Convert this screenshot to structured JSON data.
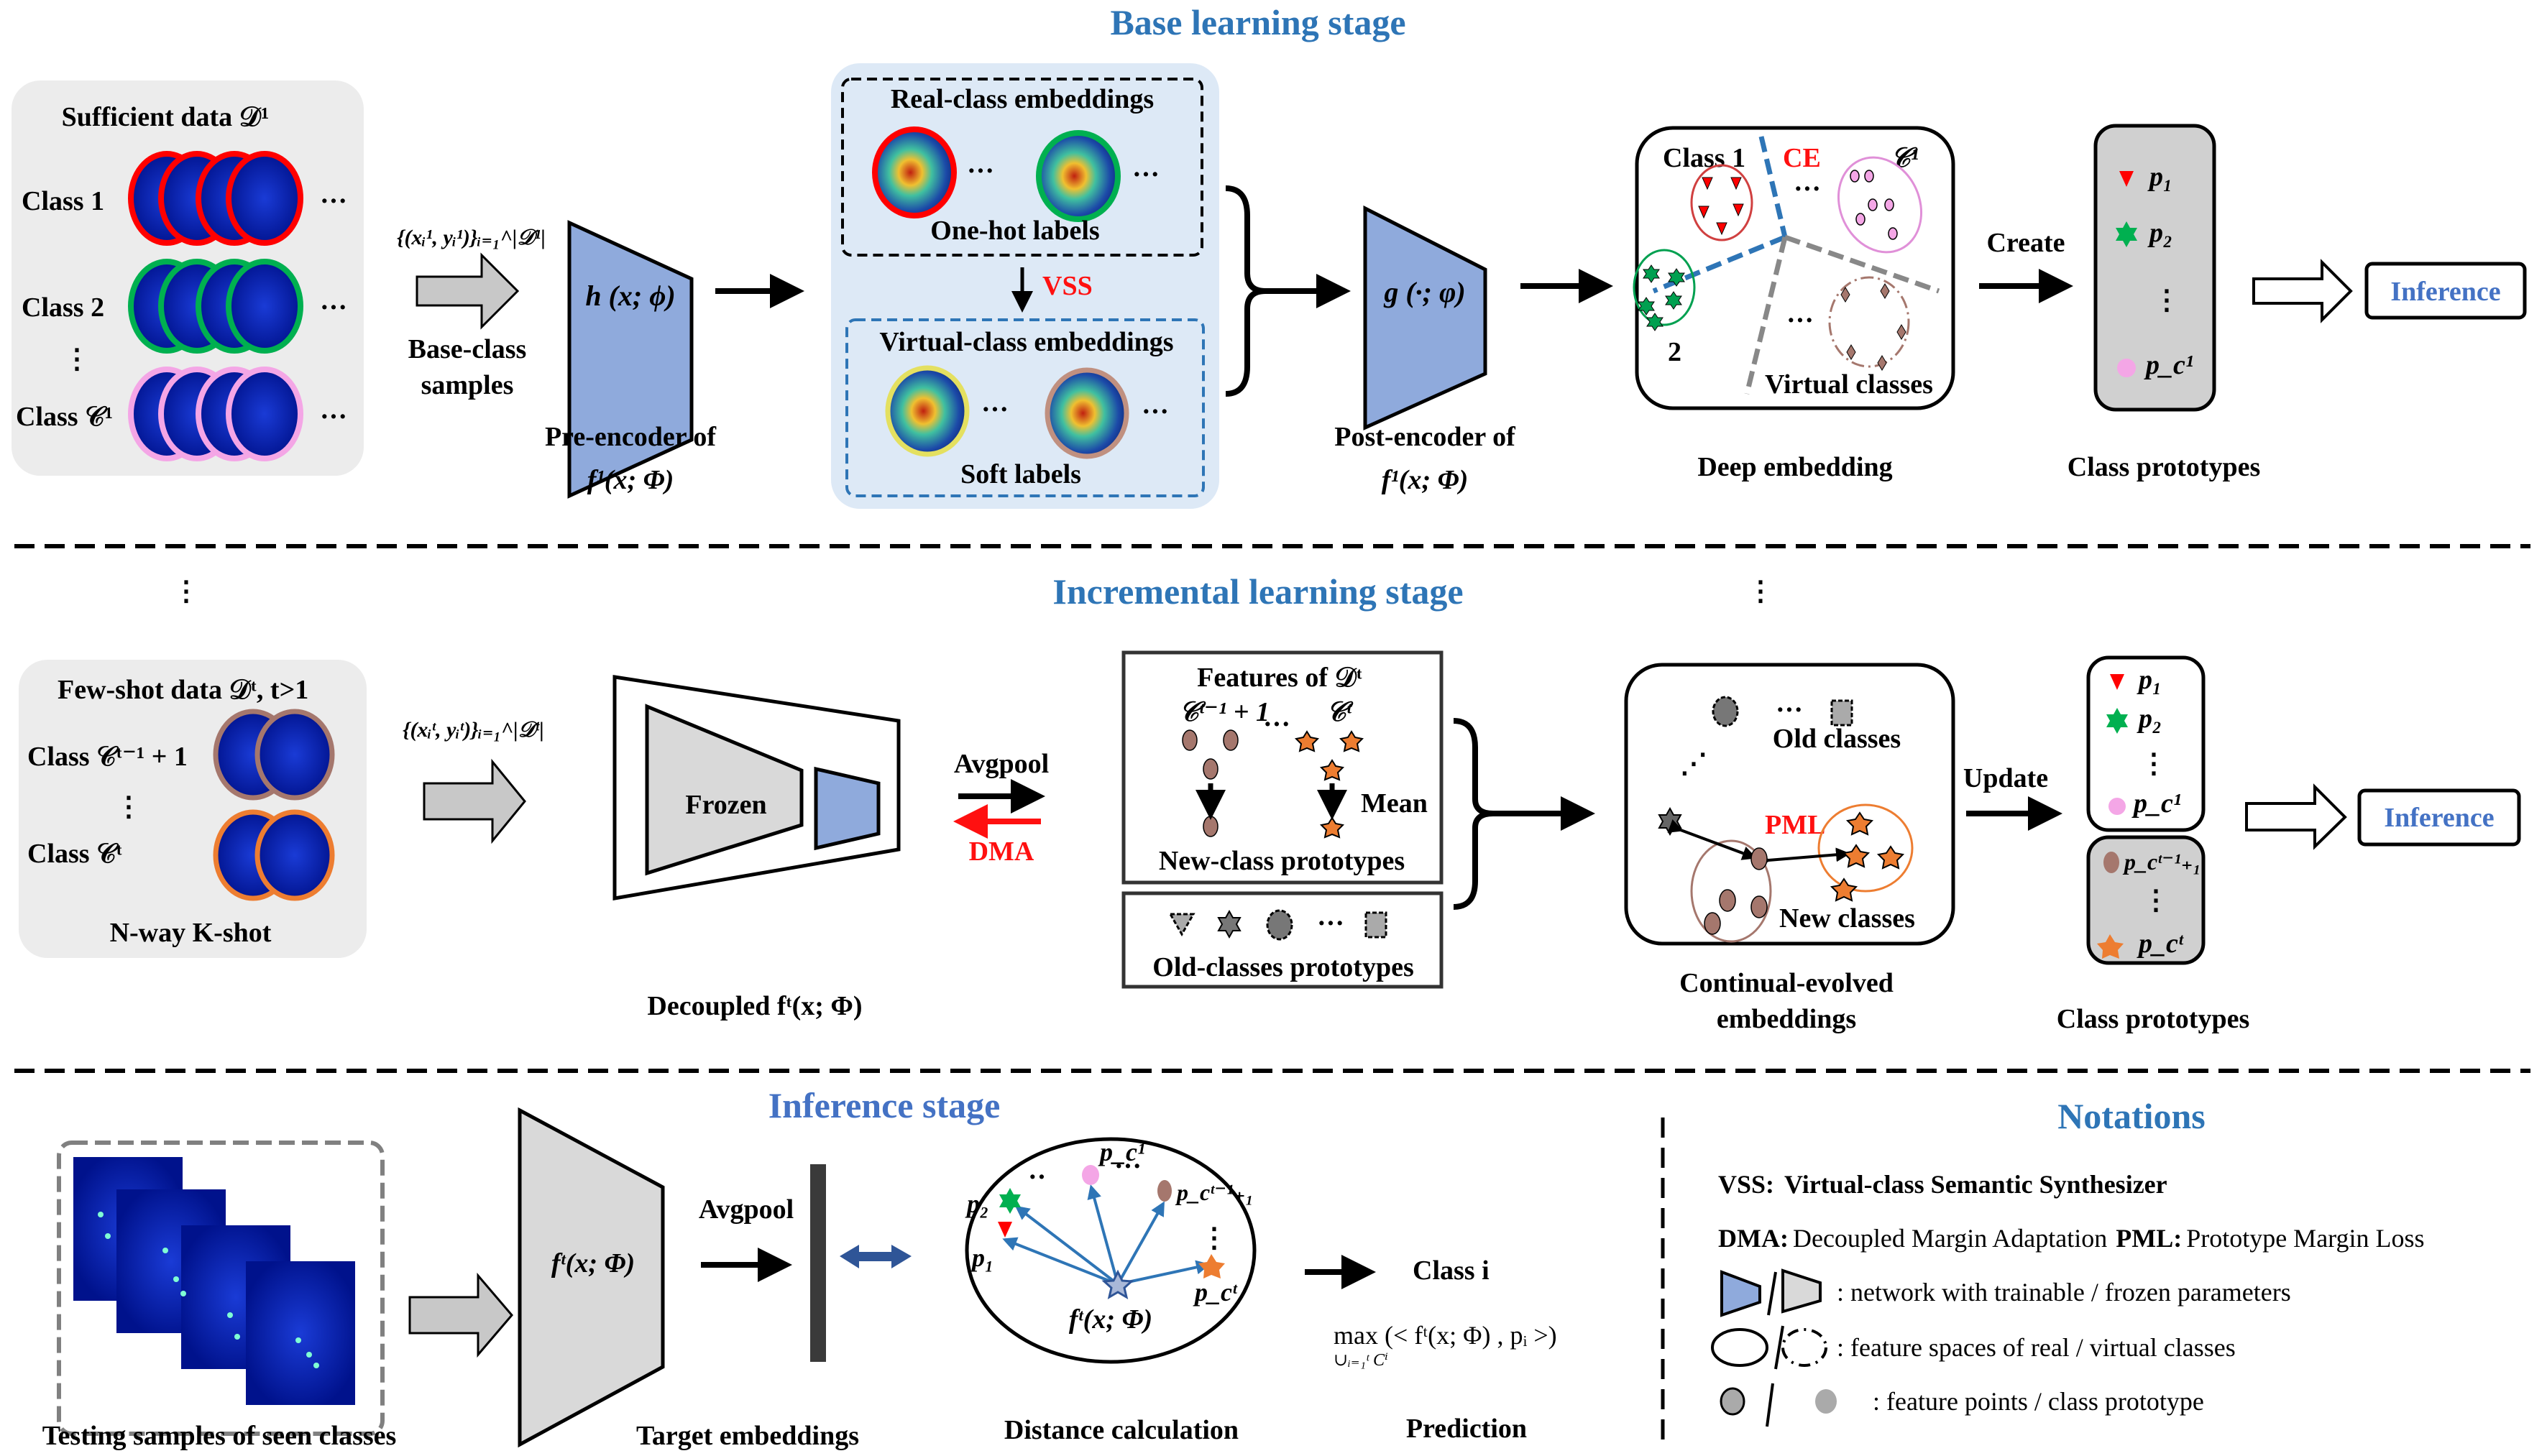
{
  "stages": {
    "base": {
      "title": "Base learning stage",
      "data_box": {
        "title": "Sufficient data 𝒟¹",
        "rows": [
          "Class 1",
          "Class 2",
          "Class 𝒞¹"
        ],
        "ellipsis": "⋮",
        "row_ellipsis": "···"
      },
      "input_formula": "{(xᵢ¹, yᵢ¹)}ᵢ₌₁^|𝒟¹|",
      "input_arrow_label": [
        "Base-class",
        "samples"
      ],
      "pre_encoder": {
        "label": "h (x; ϕ)",
        "caption": [
          "Pre-encoder of",
          "f¹(x; Φ)"
        ]
      },
      "embeddings": {
        "real_title": "Real-class embeddings",
        "real_caption": "One-hot labels",
        "vss_label": "VSS",
        "virtual_title": "Virtual-class embeddings",
        "virtual_caption": "Soft labels",
        "ellipsis": "···"
      },
      "post_encoder": {
        "label": "g (·; φ)",
        "caption": [
          "Post-encoder of",
          "f¹(x; Φ)"
        ]
      },
      "deep_embedding": {
        "class1": "Class 1",
        "ce": "CE",
        "c1": "𝒞¹",
        "class2": "2",
        "virtual": "Virtual classes",
        "caption": "Deep embedding",
        "ellipsis": "···"
      },
      "create_label": "Create",
      "prototypes": {
        "items": [
          "p₁",
          "p₂",
          "⋮",
          "p_c¹"
        ],
        "caption": "Class prototypes"
      },
      "inference_button": "Inference"
    },
    "incremental": {
      "title": "Incremental learning stage",
      "data_box": {
        "title": "Few-shot data 𝒟ᵗ, t>1",
        "rows": [
          "Class 𝒞ᵗ⁻¹ + 1",
          "Class 𝒞ᵗ"
        ],
        "ellipsis": "⋮",
        "caption": "N-way K-shot"
      },
      "input_formula": "{(xᵢᵗ, yᵢᵗ)}ᵢ₌₁^|𝒟ᵗ|",
      "frozen_label": "Frozen",
      "decoupled_caption": "Decoupled fᵗ(x; Φ)",
      "avgpool_label": "Avgpool",
      "dma_label": "DMA",
      "features_box": {
        "title": "Features of 𝒟ᵗ",
        "left_class": "𝒞ᵗ⁻¹ + 1",
        "right_class": "𝒞ᵗ",
        "mean_label": "Mean",
        "caption": "New-class prototypes",
        "ellipsis": "···"
      },
      "old_box": {
        "caption": "Old-classes prototypes",
        "ellipsis": "···"
      },
      "evolved": {
        "old_label": "Old classes",
        "pml_label": "PML",
        "new_label": "New classes",
        "caption": [
          "Continual-evolved",
          "embeddings"
        ],
        "ellipsis": "···"
      },
      "update_label": "Update",
      "prototypes": {
        "old_items": [
          "p₁",
          "p₂",
          "⋮",
          "p_c¹"
        ],
        "new_items": [
          "p_cᵗ⁻¹₊₁",
          "⋮",
          "p_cᵗ"
        ],
        "caption": "Class prototypes"
      },
      "inference_button": "Inference"
    },
    "inference": {
      "title": "Inference stage",
      "samples_caption": "Testing samples of seen classes",
      "encoder_label": "fᵗ(x; Φ)",
      "avgpool_label": "Avgpool",
      "embeddings_caption": "Target embeddings",
      "distance": {
        "points": [
          "p_c¹",
          "p₂",
          "p₁",
          "p_cᵗ⁻¹₊₁",
          "p_cᵗ"
        ],
        "center": "fᵗ(x; Φ)",
        "caption": "Distance calculation"
      },
      "prediction": {
        "class_label": "Class  i",
        "formula": "max (< fᵗ(x; Φ) , pᵢ >)",
        "formula_sub": "∪ᵢ₌₁ᵗ Cⁱ",
        "caption": "Prediction"
      }
    }
  },
  "notations": {
    "title": "Notations",
    "vss": {
      "abbr": "VSS:",
      "text": "Virtual-class Semantic Synthesizer"
    },
    "dma": {
      "abbr": "DMA:",
      "text": "Decoupled Margin Adaptation"
    },
    "pml": {
      "abbr": "PML:",
      "text": "Prototype Margin Loss"
    },
    "network": ": network with trainable / frozen parameters",
    "spaces": ": feature spaces of real / virtual classes",
    "points": ": feature points / class prototype"
  },
  "colors": {
    "title_blue": "#2e75b6",
    "trainable_blue": "#8faadc",
    "frozen_gray": "#d9d9d9",
    "panel_gray": "#ececec",
    "light_blue_panel": "#dde9f6",
    "class1_red": "#ff0000",
    "class2_green": "#00b050",
    "classC_pink": "#f4a6e6",
    "brown": "#a5776d",
    "orange": "#ed7d31"
  }
}
